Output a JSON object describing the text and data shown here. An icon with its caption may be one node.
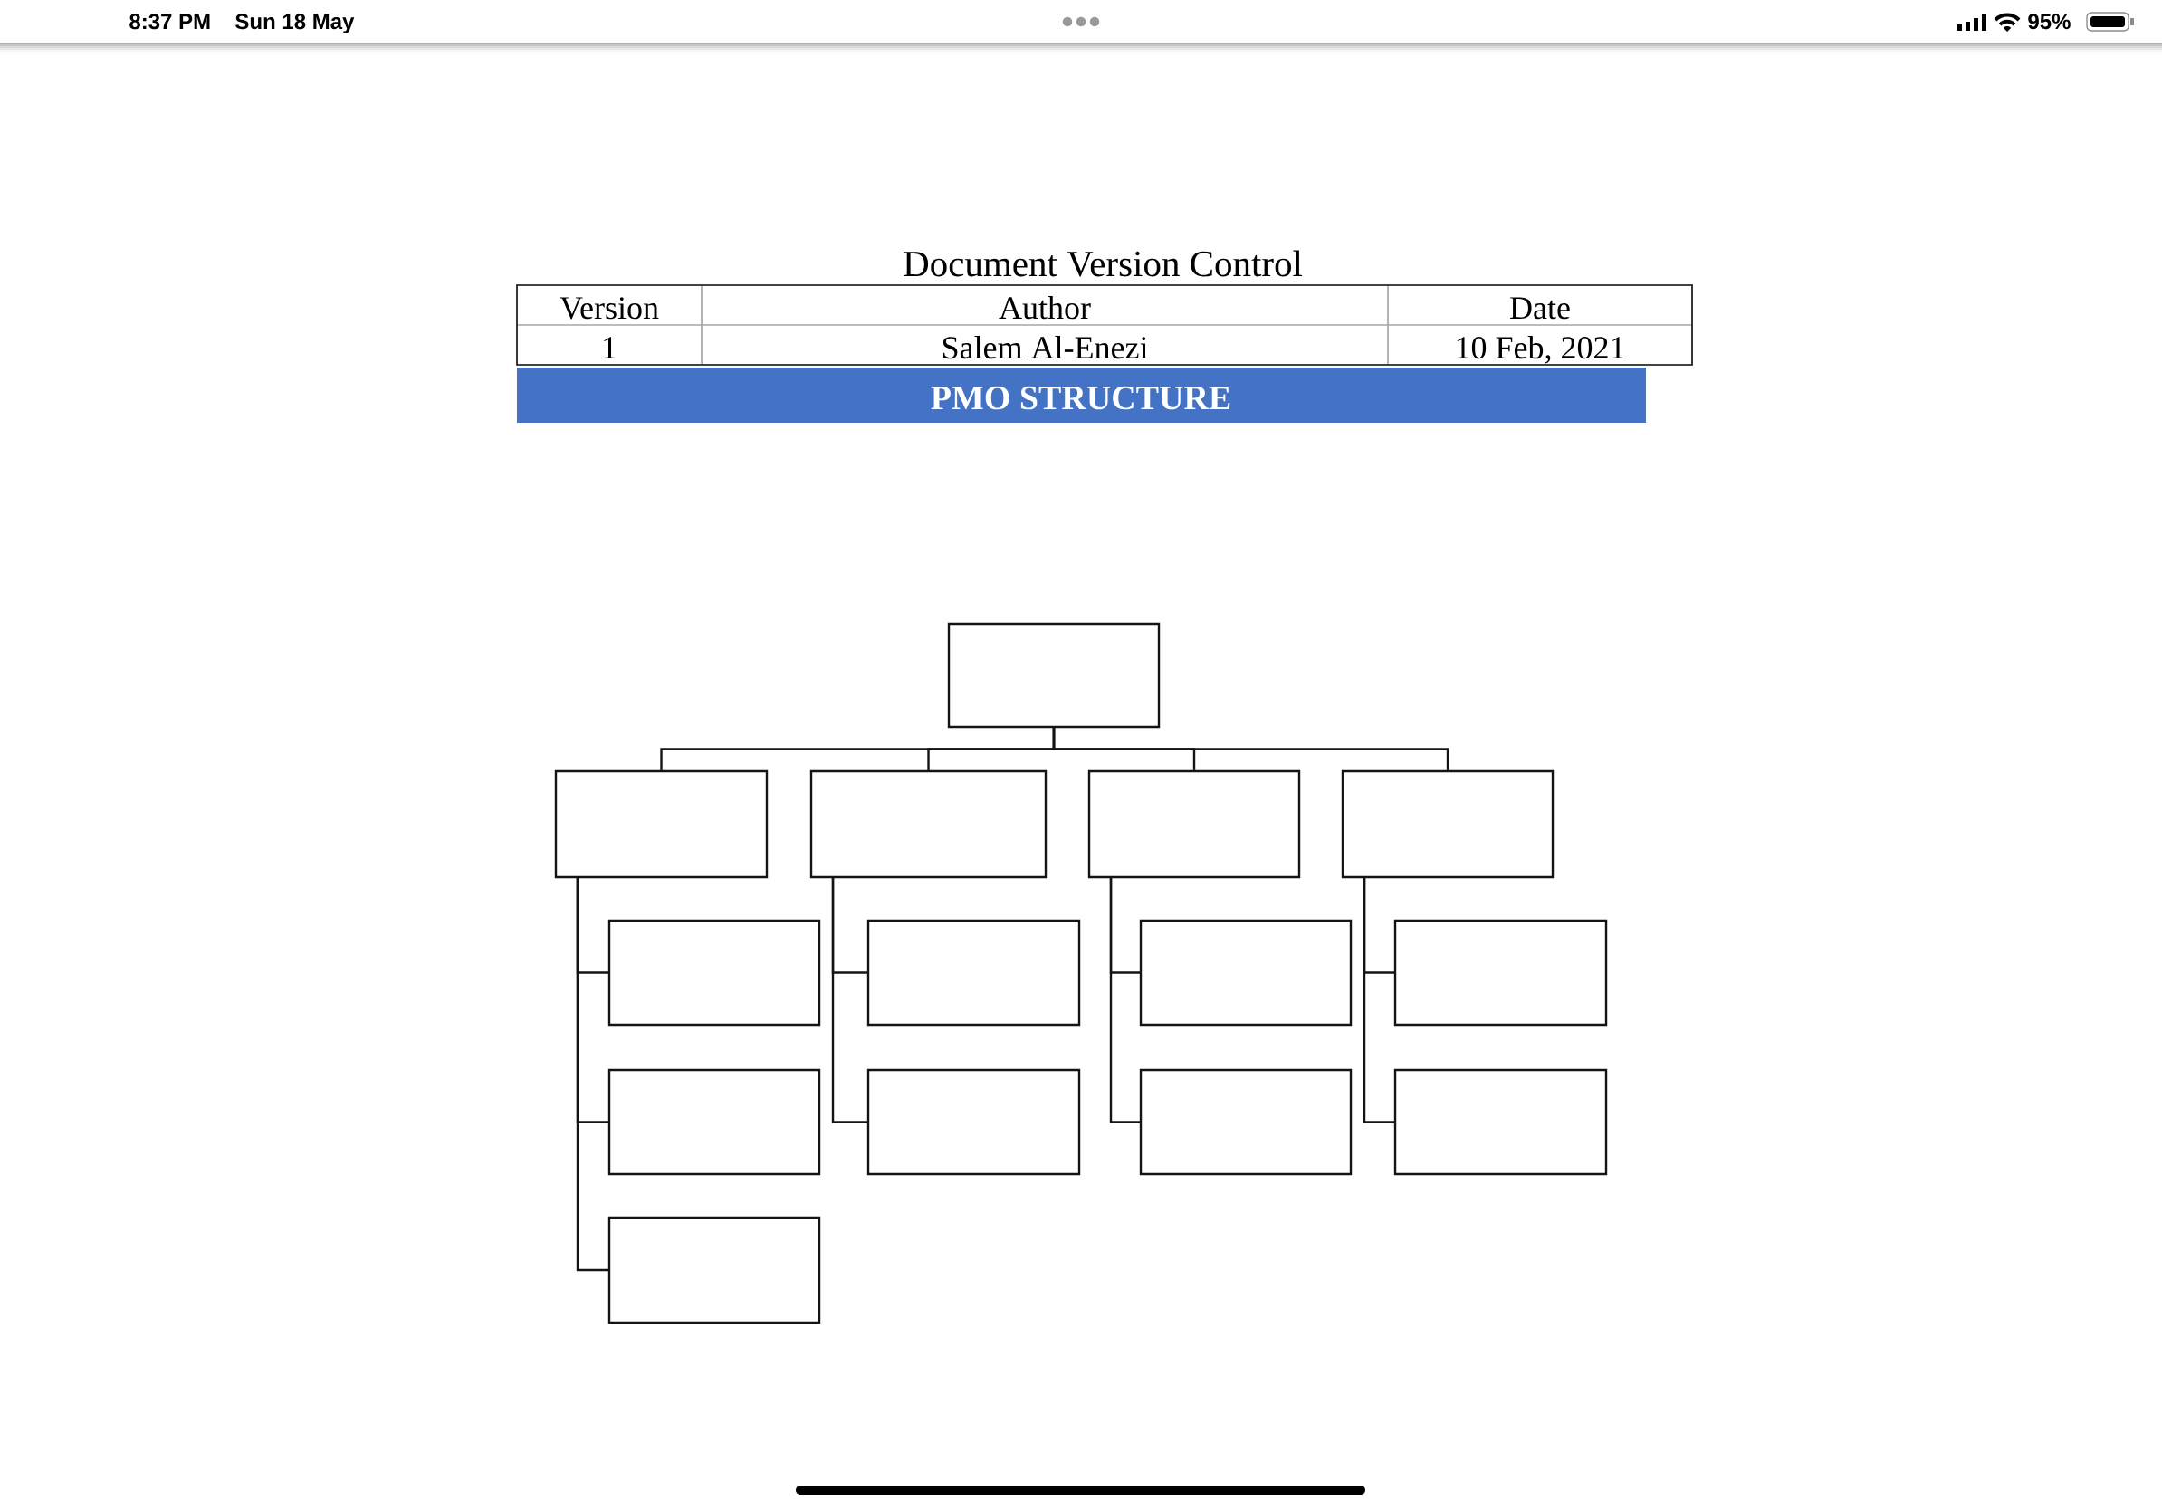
{
  "diagram": {
    "title": "PMO STRUCTURE",
    "nodes": [
      {
        "text": [],
        "shape": "box"
      },
      {
        "text": [],
        "shape": "box"
      },
      {
        "text": [],
        "shape": "box"
      },
      {
        "text": [],
        "shape": "box"
      },
      {
        "text": [],
        "shape": "box"
      },
      {
        "text": [],
        "shape": "box"
      },
      {
        "text": [],
        "shape": "box"
      },
      {
        "text": [],
        "shape": "box"
      },
      {
        "text": [],
        "shape": "box"
      },
      {
        "text": [],
        "shape": "box"
      },
      {
        "text": [],
        "shape": "box"
      },
      {
        "text": [],
        "shape": "box"
      },
      {
        "text": [],
        "shape": "box"
      },
      {
        "text": [],
        "shape": "box"
      }
    ],
    "edges": [
      {
        "from": 0,
        "to": 1,
        "arrow": "none"
      },
      {
        "from": 0,
        "to": 2,
        "arrow": "none"
      },
      {
        "from": 0,
        "to": 3,
        "arrow": "none"
      },
      {
        "from": 0,
        "to": 4,
        "arrow": "none"
      },
      {
        "from": 1,
        "to": 5,
        "arrow": "none"
      },
      {
        "from": 1,
        "to": 9,
        "arrow": "none"
      },
      {
        "from": 1,
        "to": 13,
        "arrow": "none"
      },
      {
        "from": 2,
        "to": 6,
        "arrow": "none"
      },
      {
        "from": 2,
        "to": 10,
        "arrow": "none"
      },
      {
        "from": 3,
        "to": 7,
        "arrow": "none"
      },
      {
        "from": 3,
        "to": 11,
        "arrow": "none"
      },
      {
        "from": 4,
        "to": 8,
        "arrow": "none"
      },
      {
        "from": 4,
        "to": 12,
        "arrow": "none"
      }
    ],
    "labels": [
      "8:37 PM",
      "Sun 18 May",
      "95%",
      "Document Version Control",
      "Version",
      "Author",
      "Date",
      "1",
      "Salem Al-Enezi",
      "10 Feb, 2021"
    ]
  }
}
